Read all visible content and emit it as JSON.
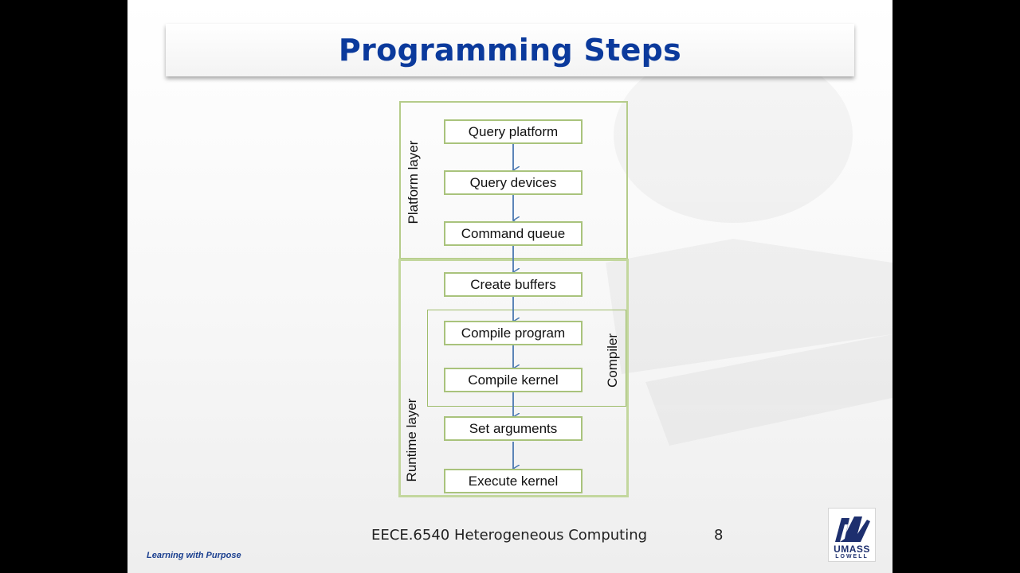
{
  "slide": {
    "title": "Programming Steps",
    "footer_course": "EECE.6540 Heterogeneous Computing",
    "page_number": "8",
    "tagline": "Learning with Purpose"
  },
  "diagram": {
    "layers": {
      "platform": "Platform layer",
      "runtime": "Runtime layer",
      "compiler": "Compiler"
    },
    "steps": [
      "Query platform",
      "Query devices",
      "Command queue",
      "Create buffers",
      "Compile program",
      "Compile kernel",
      "Set arguments",
      "Execute kernel"
    ]
  },
  "logo": {
    "line1": "UMASS",
    "line2": "LOWELL"
  },
  "colors": {
    "title_blue": "#0b3a9c",
    "box_green": "#a9c37c",
    "arrow_blue": "#4a78b0"
  }
}
